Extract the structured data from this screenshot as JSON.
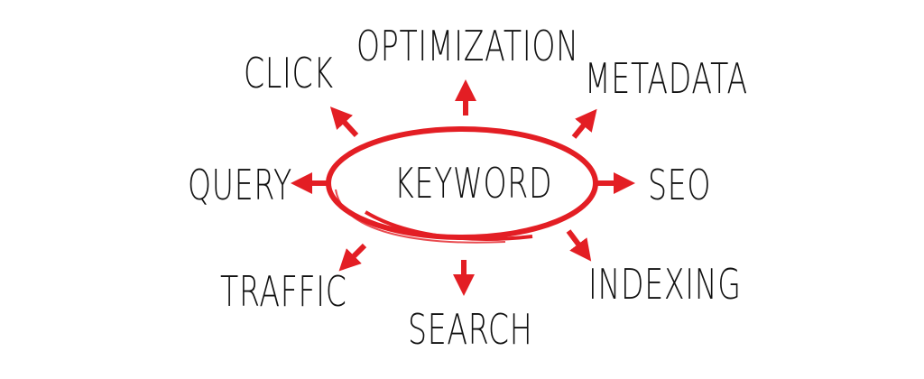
{
  "diagram": {
    "center": {
      "label": "KEYWORD"
    },
    "accent_color": "#e31e24",
    "text_color": "#111111",
    "nodes": [
      {
        "label": "OPTIMIZATION",
        "direction": "up"
      },
      {
        "label": "METADATA",
        "direction": "up-right"
      },
      {
        "label": "SEO",
        "direction": "right"
      },
      {
        "label": "INDEXING",
        "direction": "down-right"
      },
      {
        "label": "SEARCH",
        "direction": "down"
      },
      {
        "label": "TRAFFIC",
        "direction": "down-left"
      },
      {
        "label": "QUERY",
        "direction": "left"
      },
      {
        "label": "CLICK",
        "direction": "up-left"
      }
    ]
  }
}
